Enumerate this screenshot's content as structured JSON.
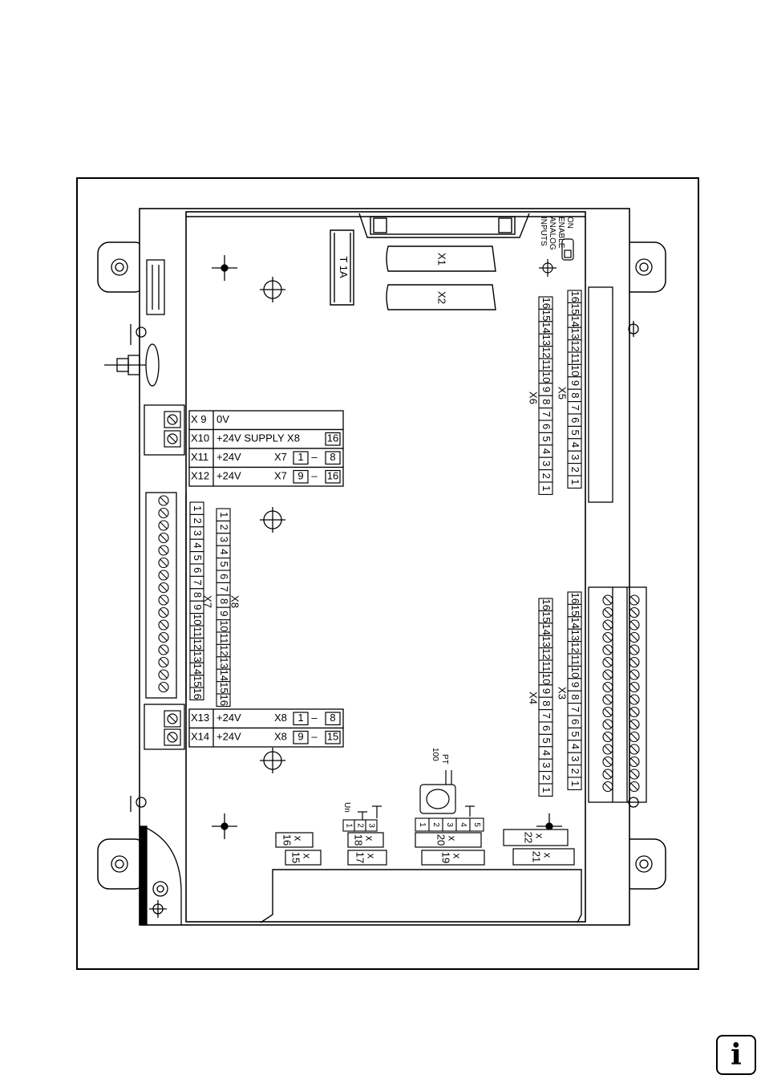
{
  "board": {
    "fuse": "T 1A",
    "connector_x1": "X1",
    "connector_x2": "X2",
    "switch_labels": [
      "ON",
      "ENABLE",
      "ANALOG",
      "INPUTS"
    ],
    "supply_rows": [
      {
        "id": "X 9",
        "text": "0V"
      },
      {
        "id": "X10",
        "text": "+24V  SUPPLY  X8",
        "box": "16"
      },
      {
        "id": "X11",
        "text": "+24V",
        "mid": "X7",
        "from": "1",
        "to": "8"
      },
      {
        "id": "X12",
        "text": "+24V",
        "mid": "X7",
        "from": "9",
        "to": "16"
      }
    ],
    "supply_rows_b": [
      {
        "id": "X13",
        "text": "+24V",
        "mid": "X8",
        "from": "1",
        "to": "8"
      },
      {
        "id": "X14",
        "text": "+24V",
        "mid": "X8",
        "from": "9",
        "to": "15"
      }
    ],
    "terminal_labels": {
      "x7": "X7",
      "x8": "X8",
      "x5": "X5",
      "x6": "X6",
      "x3": "X3",
      "x4": "X4"
    },
    "terminal_numbers": [
      "1",
      "2",
      "3",
      "4",
      "5",
      "6",
      "7",
      "8",
      "9",
      "10",
      "11",
      "12",
      "13",
      "14",
      "15",
      "16"
    ],
    "small_connectors": [
      {
        "id": "x16",
        "label": "x",
        "num": "16"
      },
      {
        "id": "x15",
        "label": "x",
        "num": "15"
      },
      {
        "id": "x18",
        "label": "x",
        "num": "18"
      },
      {
        "id": "x17",
        "label": "x",
        "num": "17"
      },
      {
        "id": "x20",
        "label": "x",
        "num": "20"
      },
      {
        "id": "x19",
        "label": "x",
        "num": "19"
      },
      {
        "id": "x22",
        "label": "x",
        "num": "22"
      },
      {
        "id": "x21",
        "label": "x",
        "num": "21"
      }
    ],
    "un_label": "Un",
    "pt_label": "PT",
    "pt_value": "100",
    "x18_pins": [
      "1",
      "2",
      "3"
    ],
    "x20_pins": [
      "1",
      "2",
      "3",
      "4",
      "5"
    ]
  },
  "corner_icon": "i"
}
